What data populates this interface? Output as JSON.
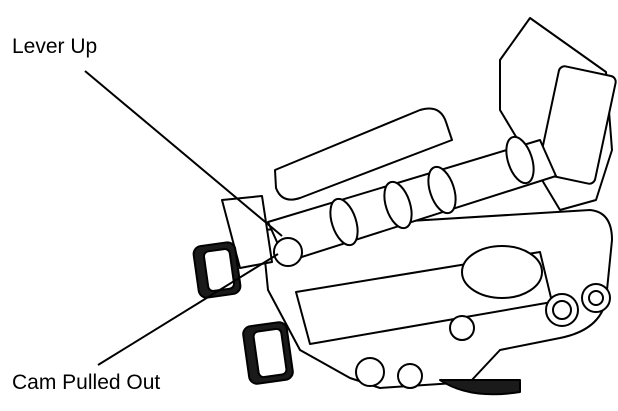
{
  "callouts": {
    "lever": "Lever Up",
    "cam": "Cam Pulled Out"
  },
  "colors": {
    "line": "#000000",
    "fill": "#ffffff",
    "dark": "#1a1a1a"
  },
  "icons": [
    "valve-assembly-illustration"
  ]
}
